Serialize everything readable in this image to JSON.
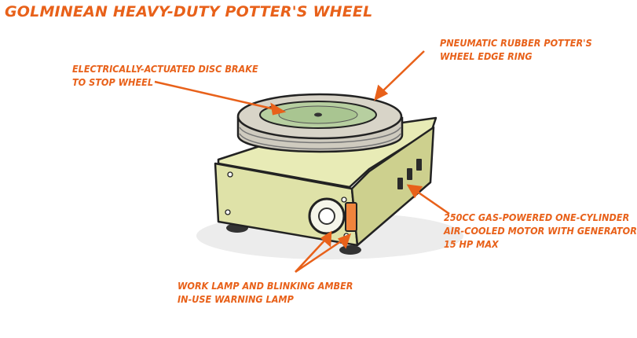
{
  "title": "GOLMINEAN HEAVY-DUTY POTTER'S WHEEL",
  "labels": {
    "brake": {
      "lines": [
        "ELECTRICALLY-ACTUATED DISC BRAKE",
        "TO STOP WHEEL"
      ]
    },
    "ring": {
      "lines": [
        "PNEUMATIC RUBBER POTTER'S",
        "WHEEL EDGE RING"
      ]
    },
    "motor": {
      "lines": [
        "250cc GAS-POWERED ONE-CYLINDER",
        "AIR-COOLED MOTOR WITH GENERATOR",
        "15 HP MAX"
      ]
    },
    "lamp": {
      "lines": [
        "WORK LAMP AND BLINKING AMBER",
        "IN-USE WARNING LAMP"
      ]
    }
  },
  "colors": {
    "accent": "#e8611a",
    "body": "#dfe2a8",
    "tire": "#d8d4c8",
    "platter": "#b7cfa0",
    "lamp_amber": "#f0843c",
    "outline": "#222222"
  }
}
